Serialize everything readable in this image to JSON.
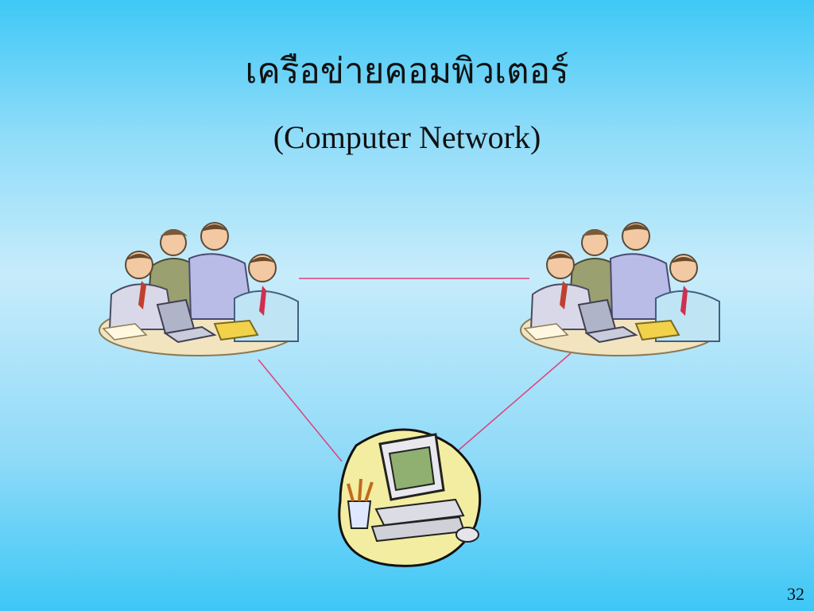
{
  "slide": {
    "title_thai": "เครือข่ายคอมพิวเตอร์",
    "title_english": "(Computer Network)",
    "page_number": "32"
  },
  "diagram": {
    "nodes": [
      {
        "id": "team-left",
        "icon": "people-group-clipart"
      },
      {
        "id": "team-right",
        "icon": "people-group-clipart"
      },
      {
        "id": "computer",
        "icon": "desktop-computer-clipart"
      }
    ],
    "links": [
      {
        "from": "team-left",
        "to": "team-right"
      },
      {
        "from": "team-left",
        "to": "computer"
      },
      {
        "from": "team-right",
        "to": "computer"
      }
    ],
    "link_color": "#e0407a"
  }
}
